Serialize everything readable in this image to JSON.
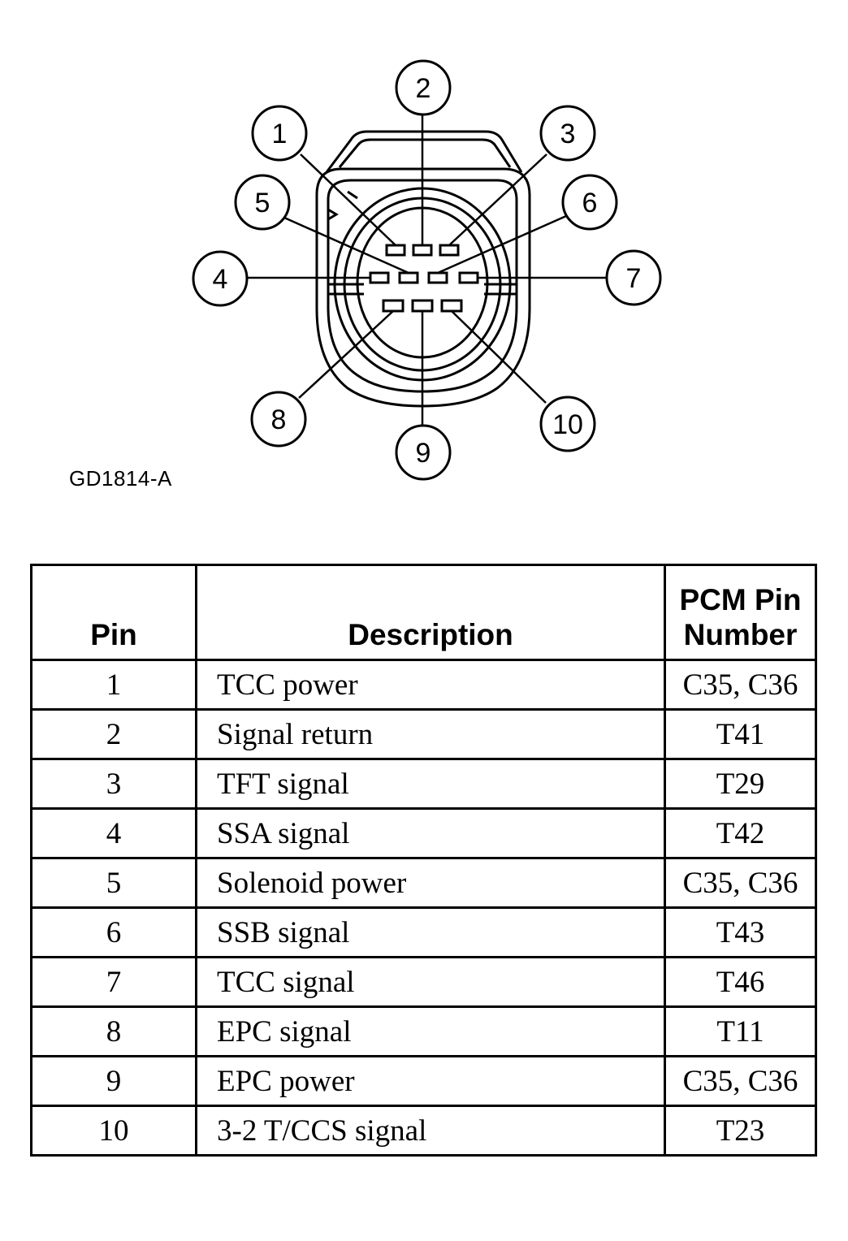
{
  "figure": {
    "id": "GD1814-A",
    "pins": [
      "1",
      "2",
      "3",
      "4",
      "5",
      "6",
      "7",
      "8",
      "9",
      "10"
    ]
  },
  "table": {
    "headers": {
      "pin": "Pin",
      "description": "Description",
      "pcm_line1": "PCM Pin",
      "pcm_line2": "Number"
    },
    "rows": [
      {
        "pin": "1",
        "description": "TCC power",
        "pcm": "C35, C36"
      },
      {
        "pin": "2",
        "description": "Signal return",
        "pcm": "T41"
      },
      {
        "pin": "3",
        "description": "TFT signal",
        "pcm": "T29"
      },
      {
        "pin": "4",
        "description": "SSA signal",
        "pcm": "T42"
      },
      {
        "pin": "5",
        "description": "Solenoid power",
        "pcm": "C35, C36"
      },
      {
        "pin": "6",
        "description": "SSB signal",
        "pcm": "T43"
      },
      {
        "pin": "7",
        "description": "TCC signal",
        "pcm": "T46"
      },
      {
        "pin": "8",
        "description": "EPC signal",
        "pcm": "T11"
      },
      {
        "pin": "9",
        "description": "EPC power",
        "pcm": "C35, C36"
      },
      {
        "pin": "10",
        "description": "3-2 T/CCS signal",
        "pcm": "T23"
      }
    ]
  }
}
